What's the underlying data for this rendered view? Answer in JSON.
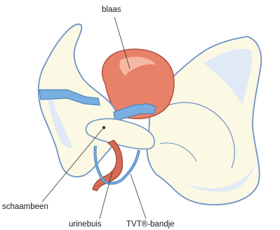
{
  "labels": {
    "bladder": "blaas",
    "pubic_bone": "schaambeen",
    "urethra": "urinebuis",
    "tvt_tape": "TVT®-bandje"
  },
  "colors": {
    "bone_fill": "#fbf8e4",
    "bone_stroke": "#6f93c7",
    "bone_shadow": "#dfeaf6",
    "bladder_fill": "#e8816a",
    "bladder_highlight": "#f6b8a3",
    "urethra_fill": "#d56a55",
    "tape_fill": "#79aee0",
    "leader_line": "#333333"
  }
}
